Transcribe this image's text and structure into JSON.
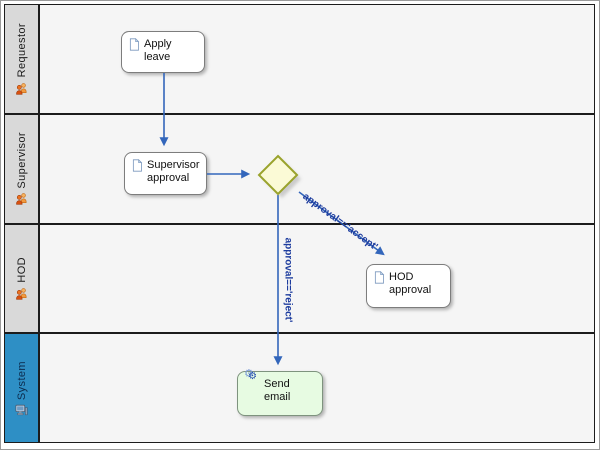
{
  "diagram": {
    "type": "bpmn-swimlane-flowchart",
    "lanes": [
      {
        "label": "Requestor",
        "icon": "people-icon",
        "header_bg": "#d9d9d9"
      },
      {
        "label": "Supervisor",
        "icon": "people-icon",
        "header_bg": "#d9d9d9"
      },
      {
        "label": "HOD",
        "icon": "people-icon",
        "header_bg": "#d9d9d9"
      },
      {
        "label": "System",
        "icon": "computer-icon",
        "header_bg": "#2e8fc5"
      }
    ],
    "tasks": [
      {
        "label": "Apply leave",
        "icon": "document-icon",
        "lane": "Requestor",
        "bg": "#ffffff"
      },
      {
        "label": "Supervisor approval",
        "icon": "document-icon",
        "lane": "Supervisor",
        "bg": "#ffffff"
      },
      {
        "label": "HOD approval",
        "icon": "document-icon",
        "lane": "HOD",
        "bg": "#ffffff"
      },
      {
        "label": "Send email",
        "icon": "gears-icon",
        "lane": "System",
        "bg": "#e7fbe2"
      }
    ],
    "gateway": {
      "name": "decision-gateway",
      "lane": "Supervisor",
      "fill": "#fbfad6",
      "border": "#9aa32c"
    },
    "flows": [
      {
        "from": "Apply leave",
        "to": "Supervisor approval"
      },
      {
        "from": "Supervisor approval",
        "to": "decision-gateway"
      },
      {
        "from": "decision-gateway",
        "to": "HOD approval",
        "label": "approval=='accept'"
      },
      {
        "from": "decision-gateway",
        "to": "Send email",
        "label": "approval=='reject'"
      }
    ],
    "colors": {
      "flow": "#3366bb",
      "flow_label": "#1d3c9e",
      "lane_body_bg": "#f5f5f5",
      "lane_border": "#1c1c1c",
      "system_header_bg": "#2e8fc5"
    }
  }
}
